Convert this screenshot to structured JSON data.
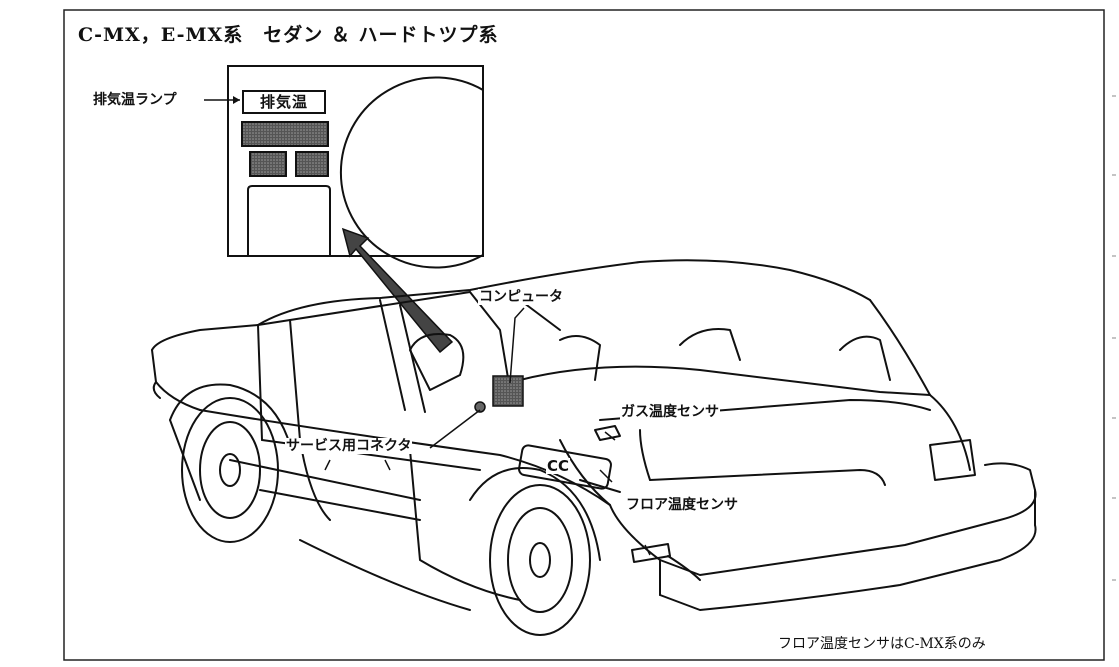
{
  "title": "C-MX，E-MX系　セダン ＆ ハードトツプ系",
  "panel": {
    "lamp_label": "排気温",
    "lamp_callout": "排気温ランプ"
  },
  "labels": {
    "computer": "コンピュータ",
    "service_connector": "サービス用コネクタ",
    "gas_temp_sensor": "ガス温度センサ",
    "cc": "CC",
    "floor_temp_sensor": "フロア温度センサ"
  },
  "footnote": "フロア温度センサはC-MX系のみ"
}
